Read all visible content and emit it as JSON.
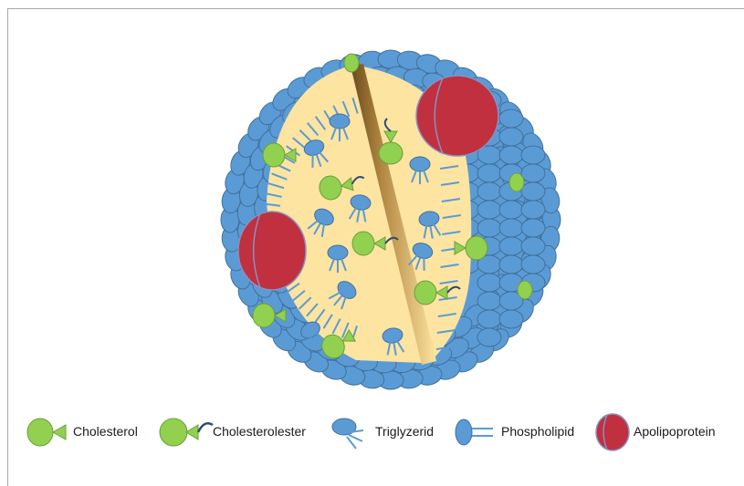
{
  "legend": {
    "items": [
      {
        "label": "Cholesterol",
        "icon": "cholesterol-icon"
      },
      {
        "label": "Cholesterolester",
        "icon": "cholesterolester-icon"
      },
      {
        "label": "Triglyzerid",
        "icon": "triglyceride-icon"
      },
      {
        "label": "Phospholipid",
        "icon": "phospholipid-icon"
      },
      {
        "label": "Apolipoprotein",
        "icon": "apolipoprotein-icon"
      }
    ]
  },
  "colors": {
    "phospholipid_blue": "#5b9bd5",
    "phospholipid_stroke": "#41719c",
    "core_yellow": "#fde4a0",
    "cholesterol_green": "#92d050",
    "apolipoprotein_red": "#c0303f",
    "apolipoprotein_stroke": "#8a8fc4"
  }
}
